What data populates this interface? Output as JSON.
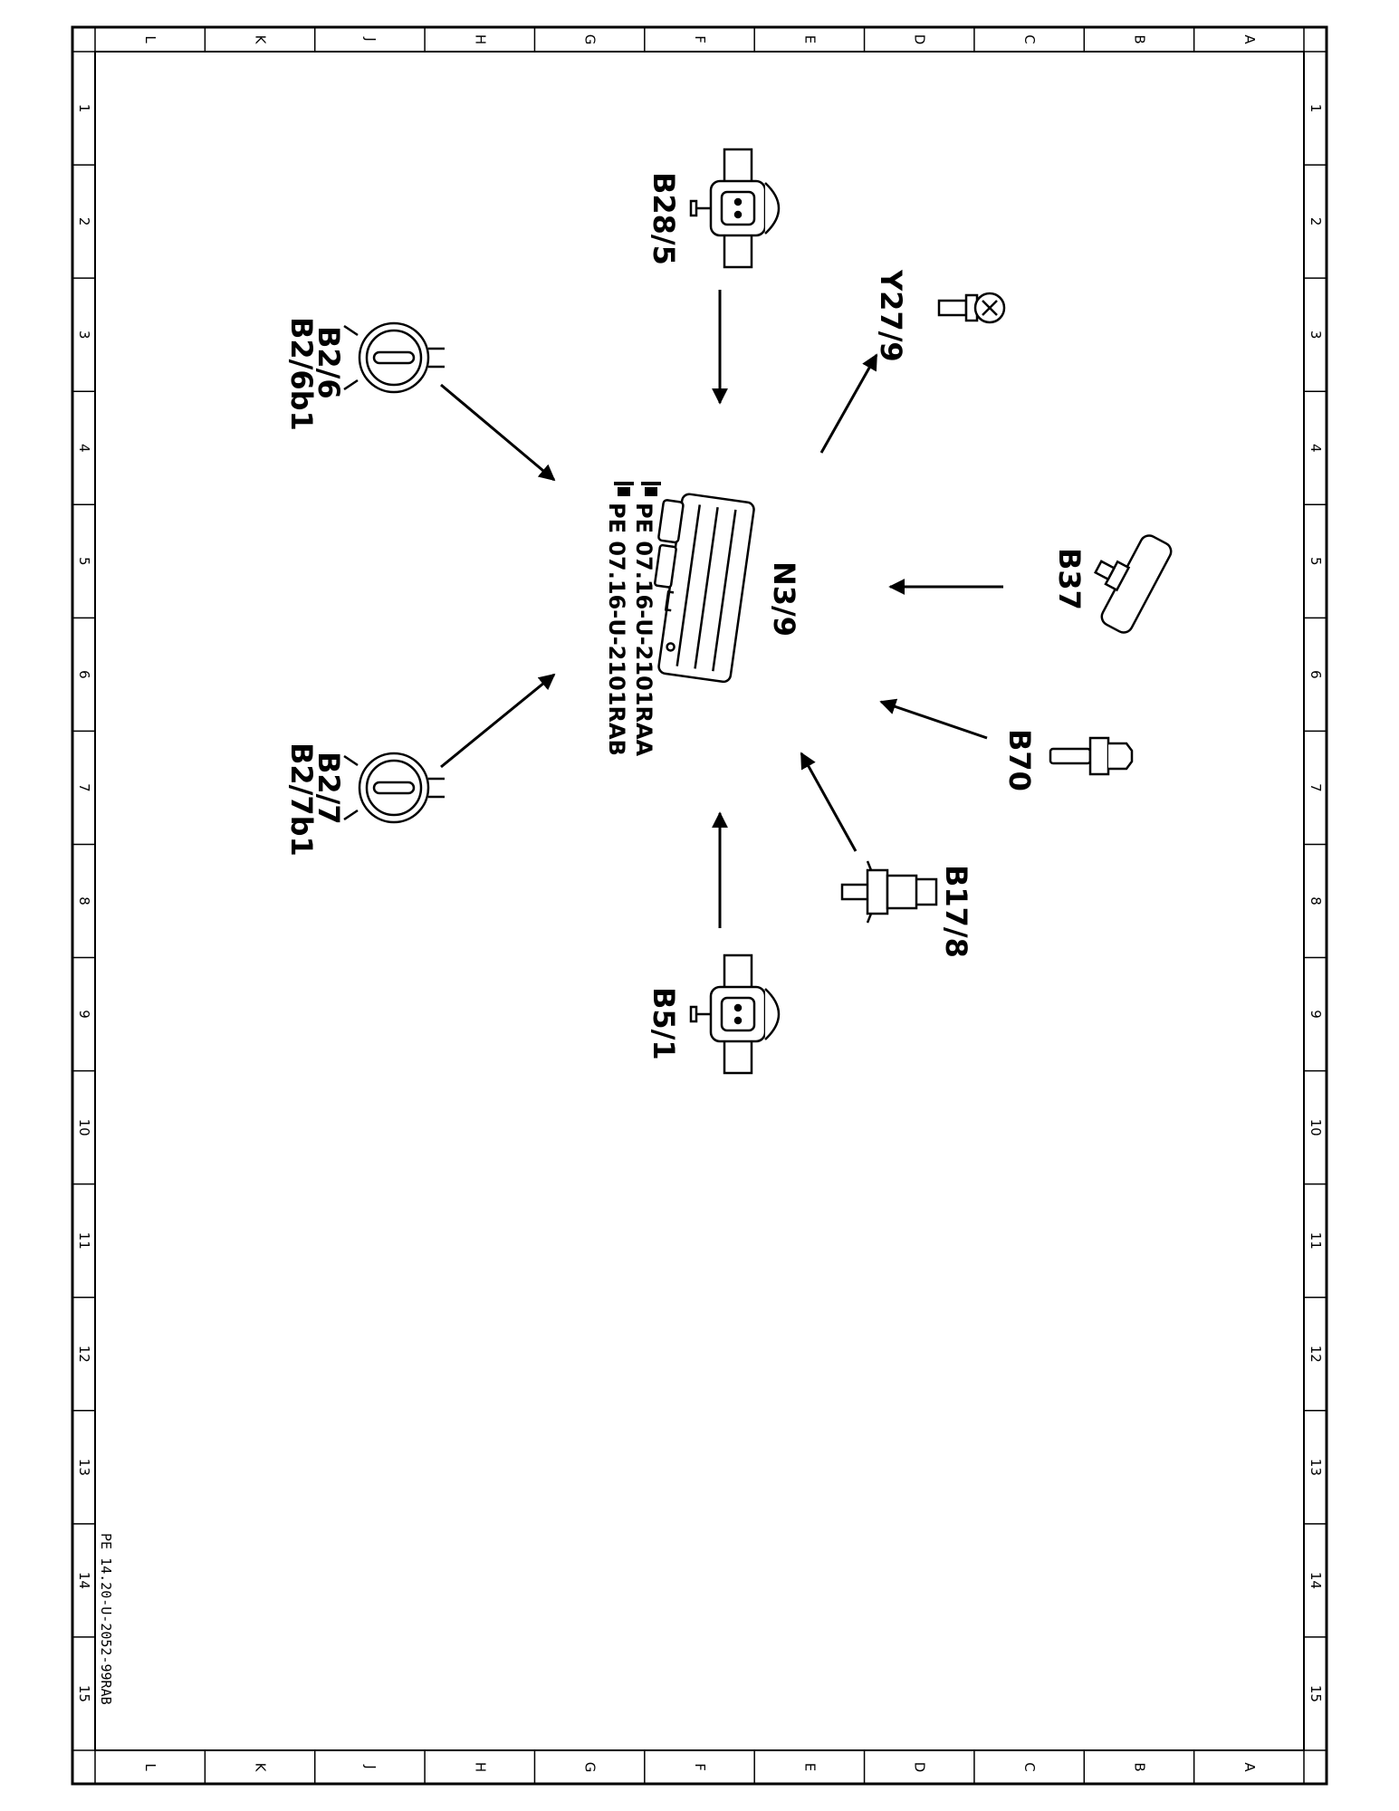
{
  "frame": {
    "columns": [
      "L",
      "K",
      "J",
      "H",
      "G",
      "F",
      "E",
      "D",
      "C",
      "B",
      "A"
    ],
    "rows": [
      "1",
      "2",
      "3",
      "4",
      "5",
      "6",
      "7",
      "8",
      "9",
      "10",
      "11",
      "12",
      "13",
      "14",
      "15"
    ]
  },
  "components": {
    "control_unit": {
      "label": "N3/9",
      "refs": [
        "PE  07.16-U-2101RAA",
        "PE  07.16-U-2101RAB"
      ],
      "icon": "control-unit-icon"
    },
    "inputs": [
      {
        "id": "b28-5",
        "label": "B28/5",
        "icon": "pressure-sensor-icon"
      },
      {
        "id": "b2-6",
        "label": "B2/6",
        "label2": "B2/6b1",
        "icon": "air-mass-sensor-icon"
      },
      {
        "id": "b2-7",
        "label": "B2/7",
        "label2": "B2/7b1",
        "icon": "air-mass-sensor-icon"
      },
      {
        "id": "b5-1",
        "label": "B5/1",
        "icon": "pressure-sensor-icon"
      },
      {
        "id": "b17-8",
        "label": "B17/8",
        "icon": "temperature-sensor-icon"
      },
      {
        "id": "b70",
        "label": "B70",
        "icon": "crankshaft-sensor-icon"
      },
      {
        "id": "b37",
        "label": "B37",
        "icon": "accelerator-pedal-sensor-icon"
      }
    ],
    "outputs": [
      {
        "id": "y27-9",
        "label": "Y27/9",
        "icon": "valve-icon"
      }
    ]
  },
  "footer": {
    "code": "PE 14.20-U-2052-99RAB"
  },
  "colors": {
    "ink": "#000000",
    "paper": "#ffffff"
  }
}
